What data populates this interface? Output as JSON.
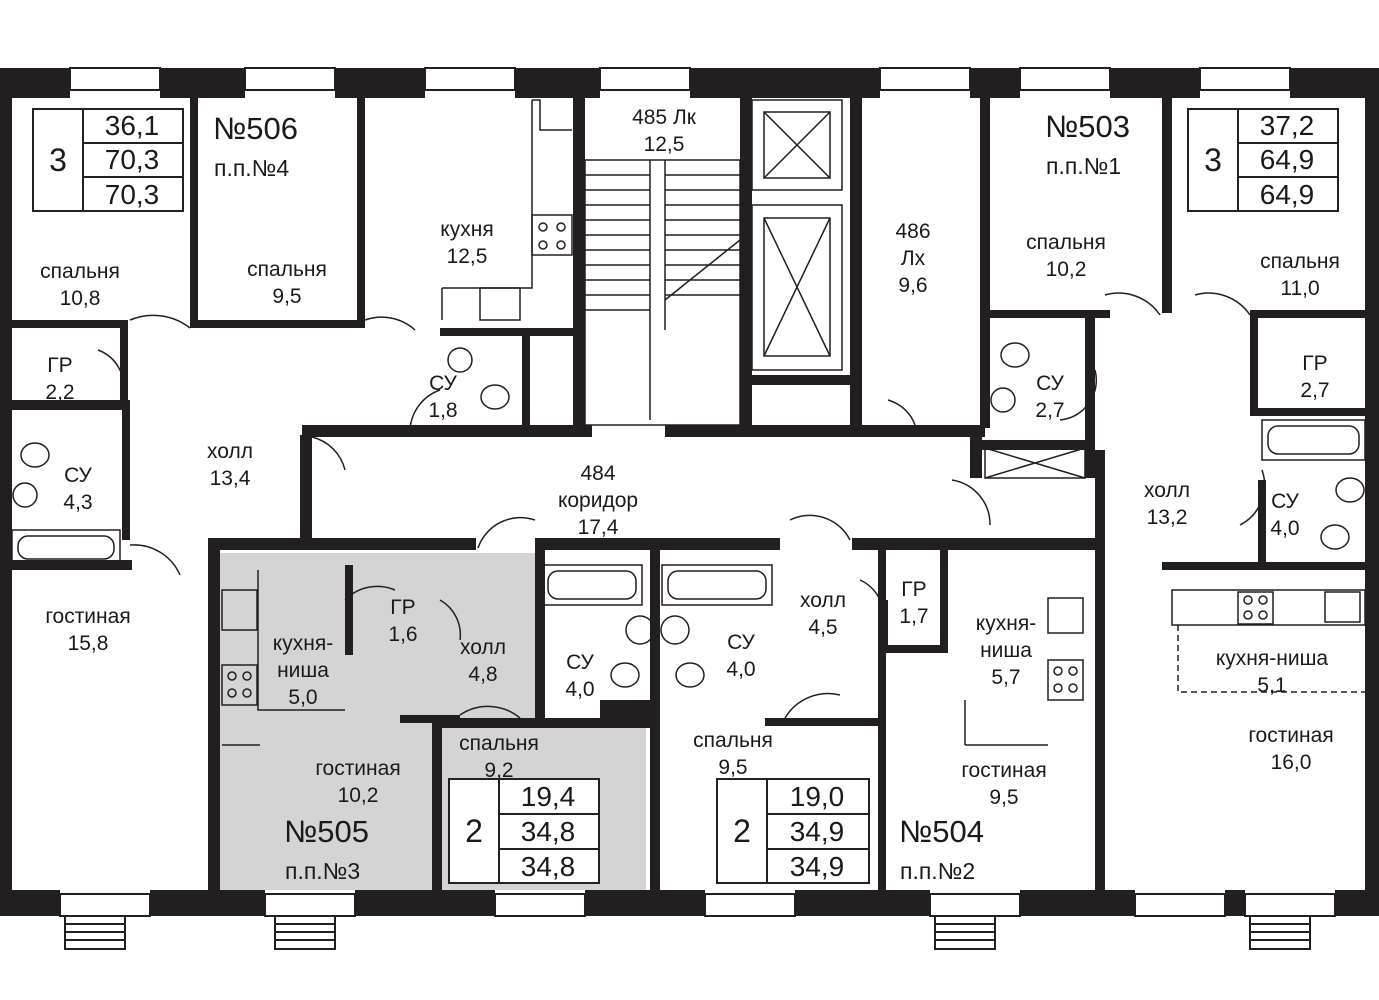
{
  "apartments": {
    "a506": {
      "number": "№506",
      "pp": "п.п.№4",
      "summary": {
        "rooms": "3",
        "living": "36,1",
        "total": "70,3",
        "total2": "70,3"
      }
    },
    "a503": {
      "number": "№503",
      "pp": "п.п.№1",
      "summary": {
        "rooms": "3",
        "living": "37,2",
        "total": "64,9",
        "total2": "64,9"
      }
    },
    "a505": {
      "number": "№505",
      "pp": "п.п.№3",
      "summary": {
        "rooms": "2",
        "living": "19,4",
        "total": "34,8",
        "total2": "34,8"
      }
    },
    "a504": {
      "number": "№504",
      "pp": "п.п.№2",
      "summary": {
        "rooms": "2",
        "living": "19,0",
        "total": "34,9",
        "total2": "34,9"
      }
    }
  },
  "rooms": {
    "r1": {
      "name": "спальня",
      "area": "10,8"
    },
    "r2": {
      "name": "спальня",
      "area": "9,5"
    },
    "r3": {
      "name": "кухня",
      "area": "12,5"
    },
    "r4": {
      "name": "485 Лк",
      "area": "12,5"
    },
    "r5": {
      "name": "486",
      "name2": "Лх",
      "area": "9,6"
    },
    "r6": {
      "name": "спальня",
      "area": "10,2"
    },
    "r7": {
      "name": "спальня",
      "area": "11,0"
    },
    "r8": {
      "name": "ГР",
      "area": "2,2"
    },
    "r9": {
      "name": "СУ",
      "area": "1,8"
    },
    "r10": {
      "name": "СУ",
      "area": "2,7"
    },
    "r11": {
      "name": "ГР",
      "area": "2,7"
    },
    "r12": {
      "name": "СУ",
      "area": "4,3"
    },
    "r13": {
      "name": "холл",
      "area": "13,4"
    },
    "r14": {
      "name": "484",
      "name2": "коридор",
      "area": "17,4"
    },
    "r15": {
      "name": "холл",
      "area": "13,2"
    },
    "r16": {
      "name": "СУ",
      "area": "4,0"
    },
    "r17": {
      "name": "гостиная",
      "area": "15,8"
    },
    "r18": {
      "name": "кухня-",
      "name2": "ниша",
      "area": "5,0"
    },
    "r19": {
      "name": "ГР",
      "area": "1,6"
    },
    "r20": {
      "name": "холл",
      "area": "4,8"
    },
    "r21": {
      "name": "СУ",
      "area": "4,0"
    },
    "r22": {
      "name": "СУ",
      "area": "4,0"
    },
    "r23": {
      "name": "холл",
      "area": "4,5"
    },
    "r24": {
      "name": "ГР",
      "area": "1,7"
    },
    "r25": {
      "name": "кухня-",
      "name2": "ниша",
      "area": "5,7"
    },
    "r26": {
      "name": "кухня-ниша",
      "area": "5,1"
    },
    "r27": {
      "name": "гостиная",
      "area": "10,2"
    },
    "r28": {
      "name": "спальня",
      "area": "9,2"
    },
    "r29": {
      "name": "спальня",
      "area": "9,5"
    },
    "r30": {
      "name": "гостиная",
      "area": "9,5"
    },
    "r31": {
      "name": "гостиная",
      "area": "16,0"
    }
  },
  "colors": {
    "wall": "#231f20",
    "highlight": "#d4d4d4",
    "background": "#ffffff"
  }
}
